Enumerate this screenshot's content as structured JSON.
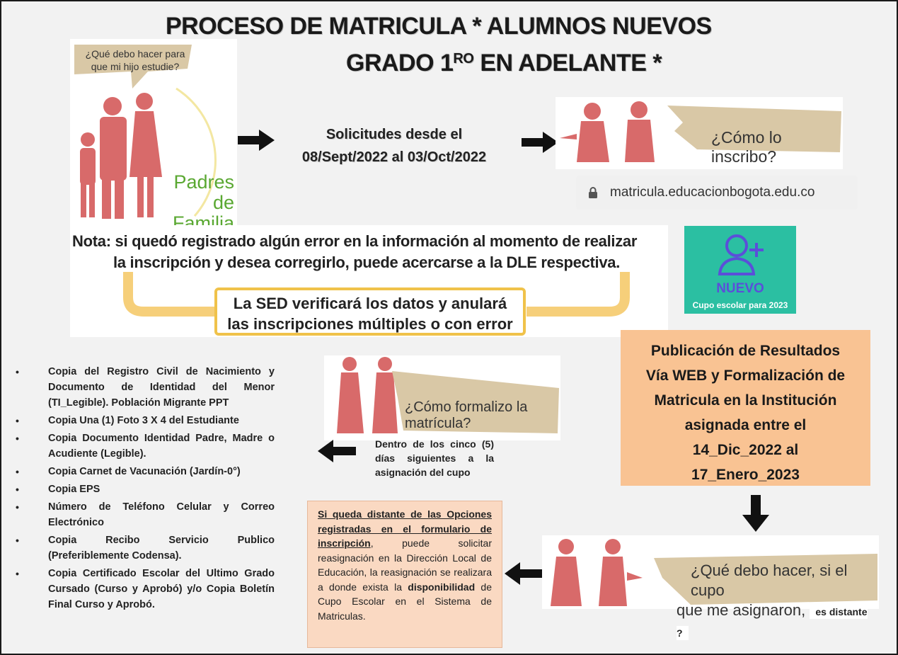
{
  "title": {
    "line1": "PROCESO DE MATRICULA * ALUMNOS NUEVOS",
    "line2_pre": "GRADO 1",
    "line2_sup": "RO",
    "line2_post": " EN ADELANTE *"
  },
  "parents": {
    "question": "¿Qué debo hacer para que mi hijo estudie?",
    "label_line1": "Padres",
    "label_line2": "de Familia"
  },
  "dates": {
    "line1": "Solicitudes desde el",
    "line2": "08/Sept/2022 al 03/Oct/2022"
  },
  "inscribe": {
    "question": "¿Cómo lo inscribo?",
    "url": "matricula.educacionbogota.edu.co"
  },
  "note": {
    "line1": "Nota: si quedó registrado algún error en la información al momento de realizar",
    "line2": "la inscripción y desea corregirlo, puede acercarse a la DLE respectiva."
  },
  "sed": {
    "line1": "La SED verificará los datos y anulará",
    "line2": "las inscripciones múltiples o con error"
  },
  "nuevo": {
    "label": "NUEVO",
    "caption": "Cupo escolar para 2023"
  },
  "publication": {
    "lines": [
      "Publicación de Resultados",
      "Vía WEB y Formalización de",
      "Matricula en la Institución",
      "asignada entre el",
      "14_Dic_2022 al",
      "17_Enero_2023"
    ]
  },
  "requirements": [
    "Copia del Registro Civil de Nacimiento y Documento de Identidad del Menor (TI_Legible). Población Migrante PPT",
    "Copia Una (1) Foto 3 X 4 del Estudiante",
    "Copia Documento Identidad Padre, Madre o Acudiente (Legible).",
    "Copia Carnet de Vacunación (Jardín-0°)",
    "Copia EPS",
    "Número de Teléfono Celular y Correo Electrónico",
    "Copia Recibo Servicio Publico (Preferiblemente Codensa).",
    "Copia Certificado Escolar del Ultimo Grado Cursado (Curso y Aprobó) y/o Copia Boletín Final Curso y Aprobó."
  ],
  "formalize": {
    "question": "¿Cómo formalizo la matrícula?",
    "within": "Dentro de los cinco (5) días siguientes a la asignación del cupo"
  },
  "reassign": {
    "u1": "Si queda distante de las Opciones registradas en el formulario de inscripción",
    "t1": ", puede solicitar reasignación en la Dirección Local de Educación, la reasignación se realizara a donde exista la ",
    "b1": "disponibilidad",
    "t2": " de Cupo Escolar en el Sistema de Matriculas."
  },
  "distant": {
    "line1": "¿Qué debo hacer, si el cupo",
    "line2": "que me asignaron,",
    "tag": "es distante ?"
  },
  "colors": {
    "figure": "#d86a6a",
    "bubble": "#d9c8a6",
    "green_label": "#5aa832",
    "nuevo_bg": "#2bbfa2",
    "publication_bg": "#f9c393",
    "sed_border": "#f0c24a",
    "reassign_bg": "#fad9c2"
  },
  "icons": {
    "arrow": "arrow-right-icon",
    "lock": "lock-icon",
    "user_add": "user-add-icon"
  }
}
